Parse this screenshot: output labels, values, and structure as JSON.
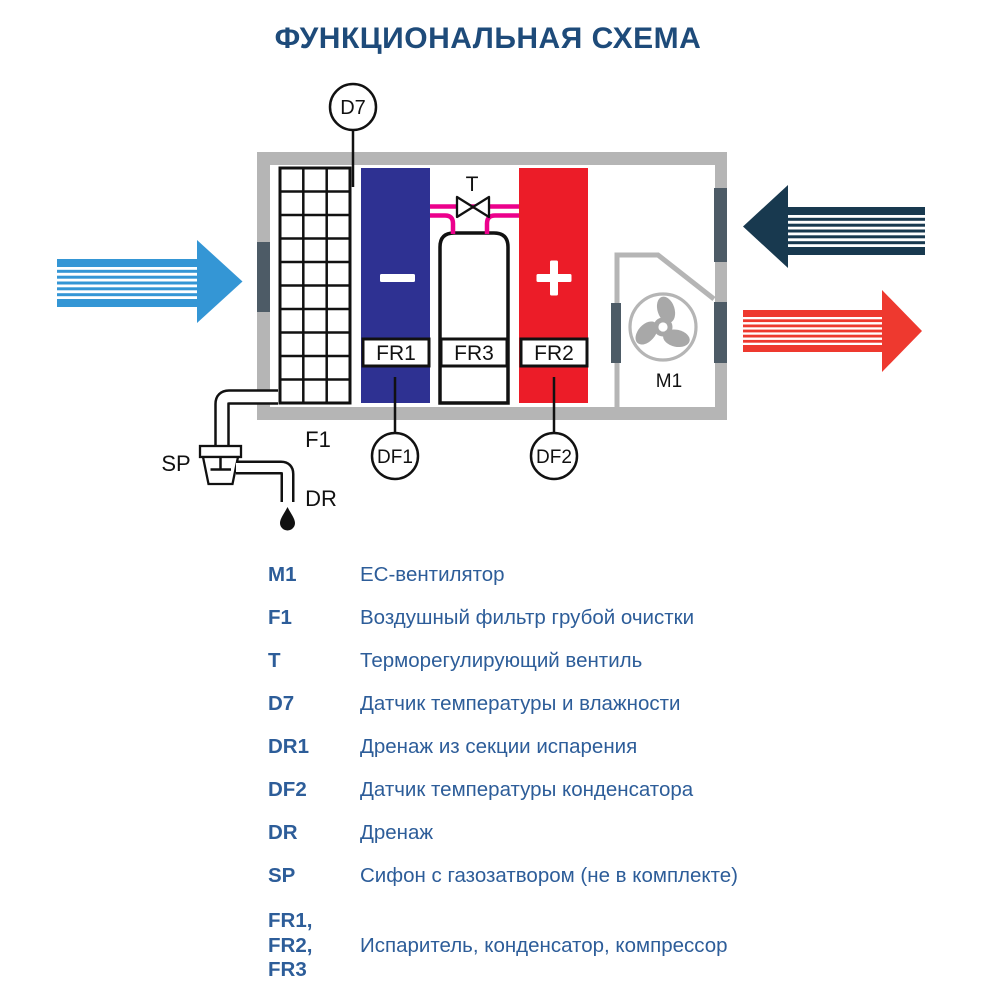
{
  "title": "ФУНКЦИОНАЛЬНАЯ СХЕМА",
  "diagram": {
    "sensor_top_tag": "D7",
    "valve_tag": "T",
    "evaporator_tag": "FR1",
    "compressor_tag": "FR3",
    "condenser_tag": "FR2",
    "fan_tag": "M1",
    "sensor_evaporator_tag": "DF1",
    "sensor_condenser_tag": "DF2",
    "filter_tag": "F1",
    "siphon_tag": "SP",
    "drain_tag": "DR",
    "icons": {
      "evaporator_sign": "minus",
      "condenser_sign": "plus",
      "fan_icon": "propeller-3-blades",
      "drain_icon": "water-drop",
      "airflow_icons": [
        "striped-arrow-right-blue",
        "striped-arrow-left-navy",
        "striped-arrow-right-red"
      ]
    }
  },
  "colors": {
    "title_text": "#1e4b7a",
    "legend_text": "#2d5d99",
    "diagram_ink": "#111111",
    "casing_gray": "#b5b5b5",
    "vent_slate": "#4d5b66",
    "evaporator_blue": "#2e3192",
    "condenser_red": "#ec1c28",
    "refrigerant_pipe_magenta": "#ec008c",
    "supply_arrow_blue": "#3496d5",
    "return_arrow_navy": "#18394f",
    "exhaust_arrow_red": "#ee392f",
    "fan_gray": "#a8a8a8"
  },
  "legend": {
    "rows": [
      {
        "term": "M1",
        "desc": "ЕС-вентилятор"
      },
      {
        "term": "F1",
        "desc": "Воздушный фильтр грубой очистки"
      },
      {
        "term": "T",
        "desc": "Терморегулирующий вентиль"
      },
      {
        "term": "D7",
        "desc": "Датчик температуры и влажности"
      },
      {
        "term": "DR1",
        "desc": "Дренаж из секции испарения"
      },
      {
        "term": "DF2",
        "desc": "Датчик температуры конденсатора"
      },
      {
        "term": "DR",
        "desc": "Дренаж"
      },
      {
        "term": "SP",
        "desc": "Сифон с газозатвором (не в комплекте)"
      },
      {
        "term": "FR1,\nFR2,\nFR3",
        "desc": "Испаритель, конденсатор, компрессор"
      }
    ]
  }
}
